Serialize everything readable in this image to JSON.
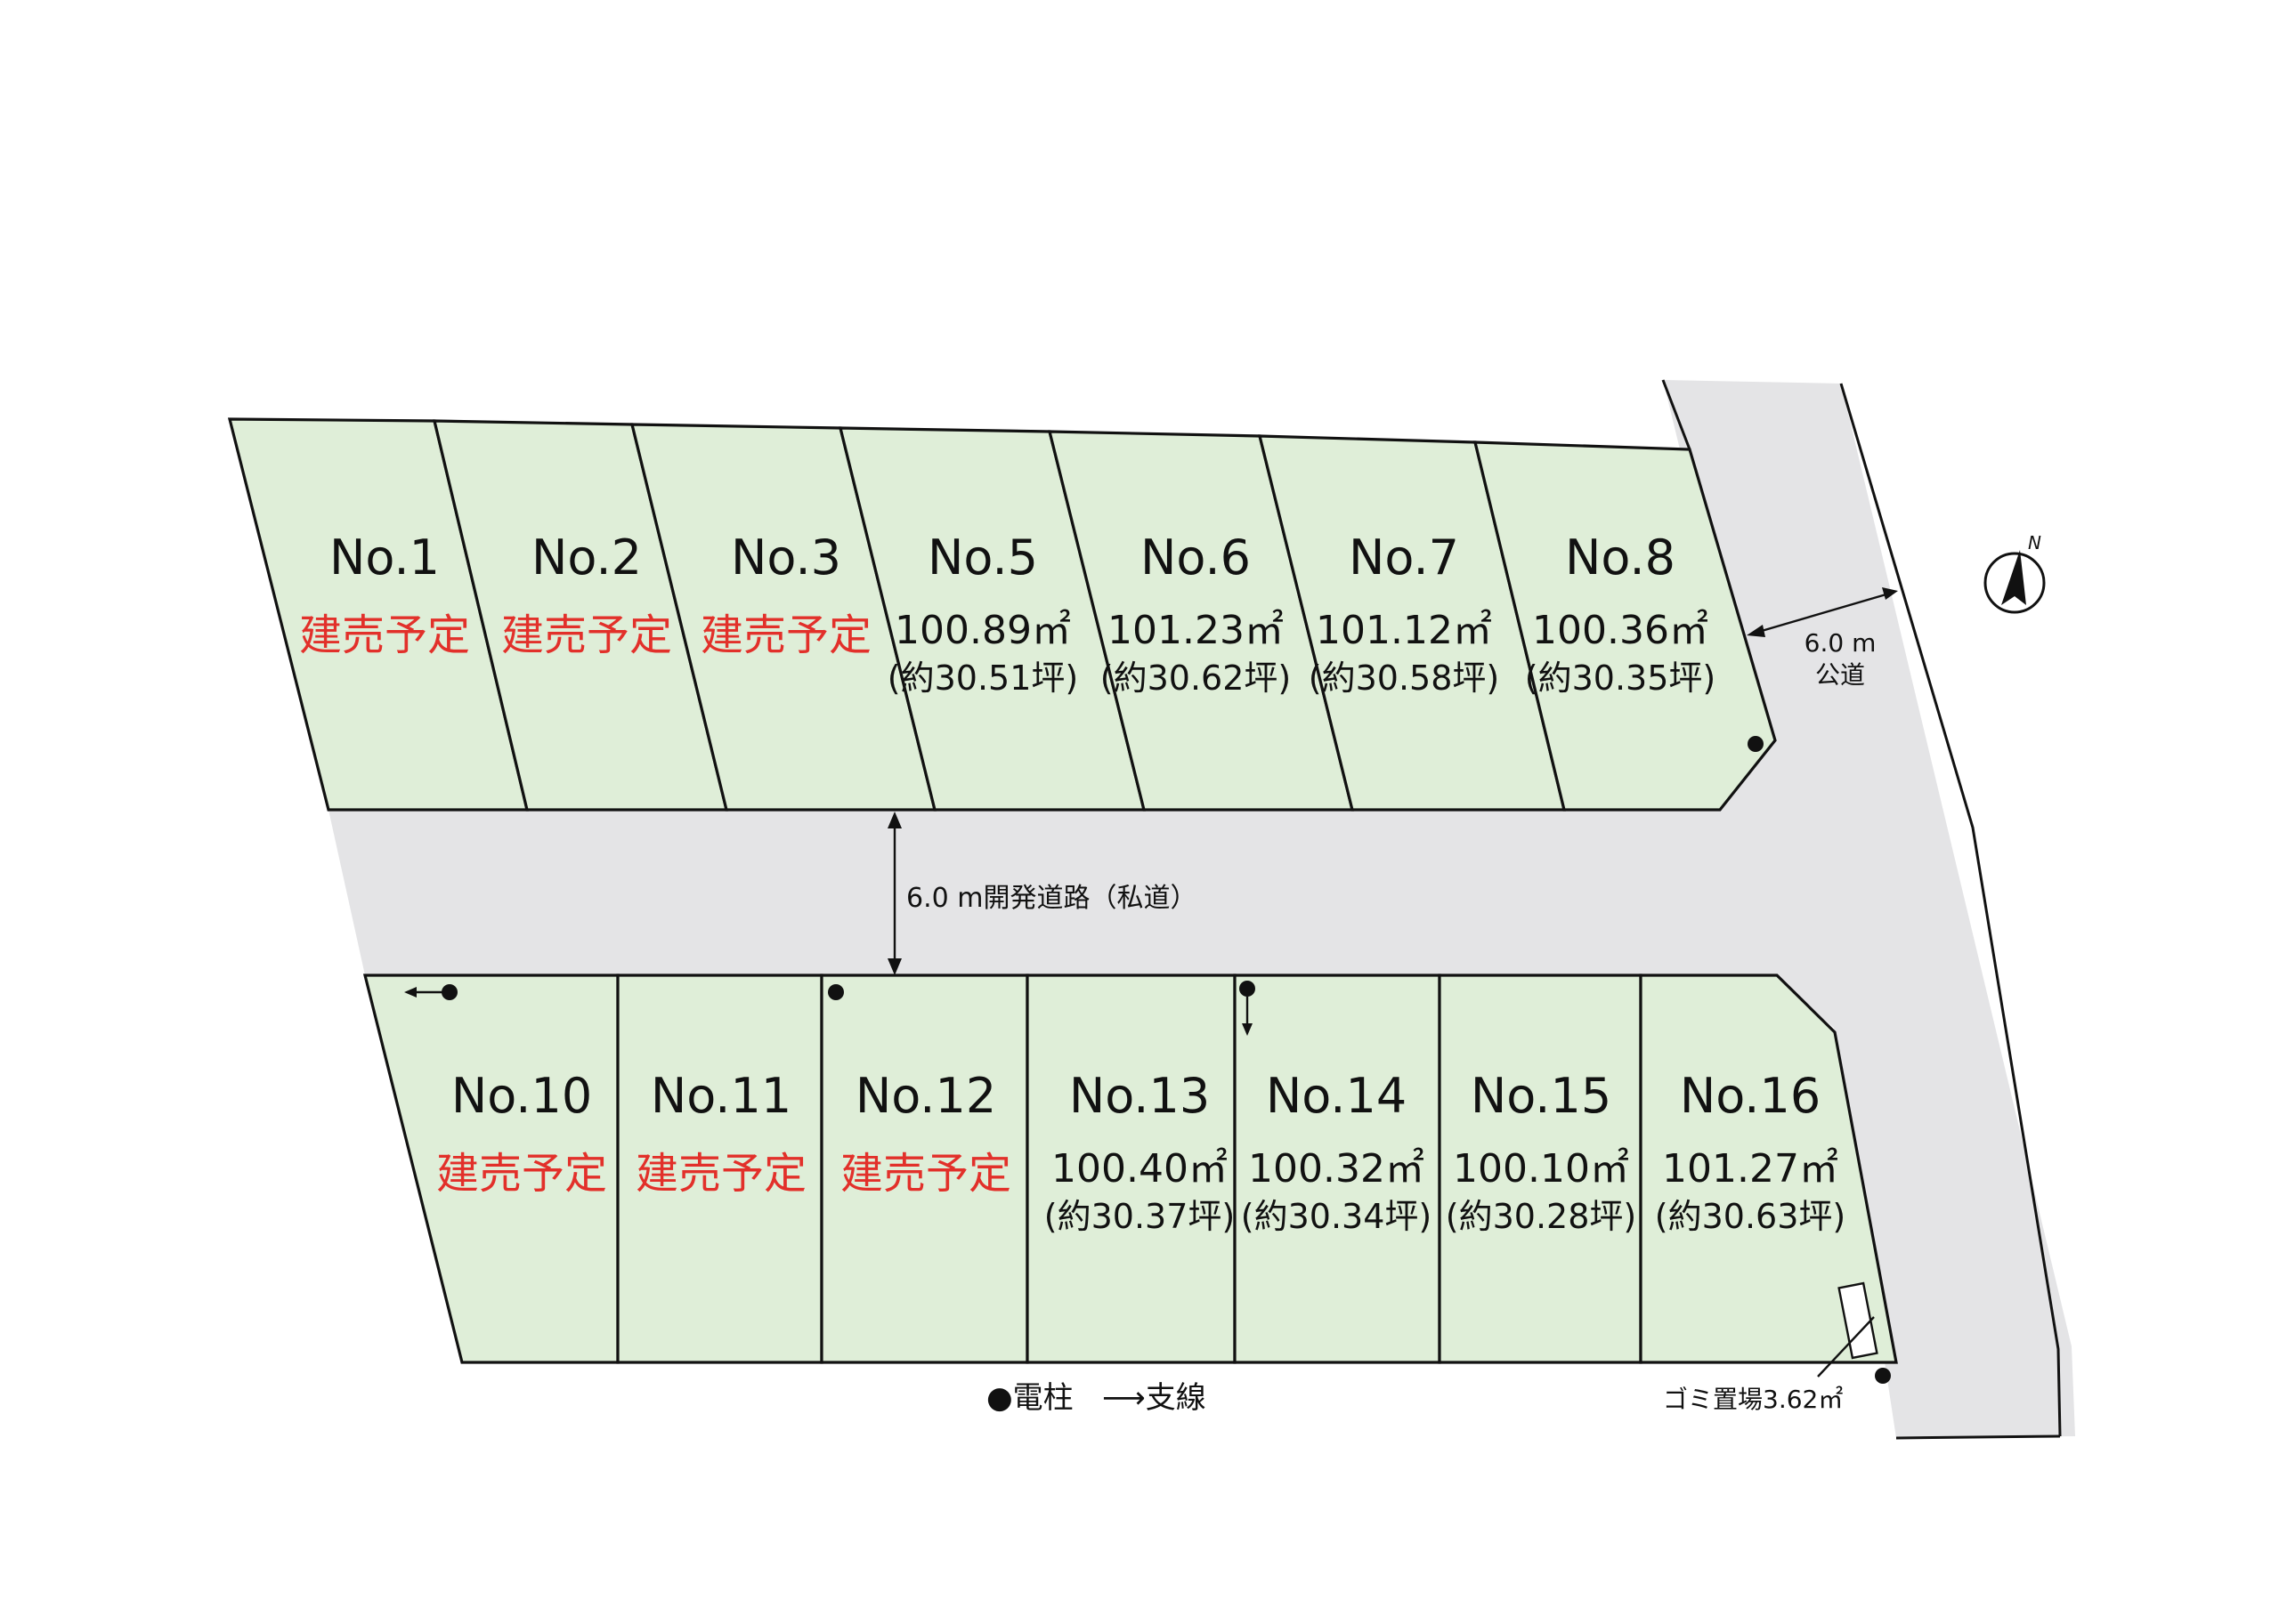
{
  "lots": [
    {
      "no": "No.1",
      "status": "建売予定"
    },
    {
      "no": "No.2",
      "status": "建売予定"
    },
    {
      "no": "No.3",
      "status": "建売予定"
    },
    {
      "no": "No.5",
      "area": "100.89㎡",
      "tsubo": "(約30.51坪)"
    },
    {
      "no": "No.6",
      "area": "101.23㎡",
      "tsubo": "(約30.62坪)"
    },
    {
      "no": "No.7",
      "area": "101.12㎡",
      "tsubo": "(約30.58坪)"
    },
    {
      "no": "No.8",
      "area": "100.36㎡",
      "tsubo": "(約30.35坪)"
    },
    {
      "no": "No.10",
      "status": "建売予定"
    },
    {
      "no": "No.11",
      "status": "建売予定"
    },
    {
      "no": "No.12",
      "status": "建売予定"
    },
    {
      "no": "No.13",
      "area": "100.40㎡",
      "tsubo": "(約30.37坪)"
    },
    {
      "no": "No.14",
      "area": "100.32㎡",
      "tsubo": "(約30.34坪)"
    },
    {
      "no": "No.15",
      "area": "100.10㎡",
      "tsubo": "(約30.28坪)"
    },
    {
      "no": "No.16",
      "area": "101.27㎡",
      "tsubo": "(約30.63坪)"
    }
  ],
  "roads": {
    "public_width": "6.0 m",
    "public_label": "公道",
    "private_label": "6.0 m開発道路（私道）"
  },
  "garbage_label": "ゴミ置場3.62㎡",
  "compass_label": "N",
  "legend": {
    "pole": "●電柱",
    "guy": "⟶支線"
  },
  "colors": {
    "lot_fill": "#dfeed8",
    "road_fill": "#e4e4e6",
    "status_red": "#e2302a"
  }
}
